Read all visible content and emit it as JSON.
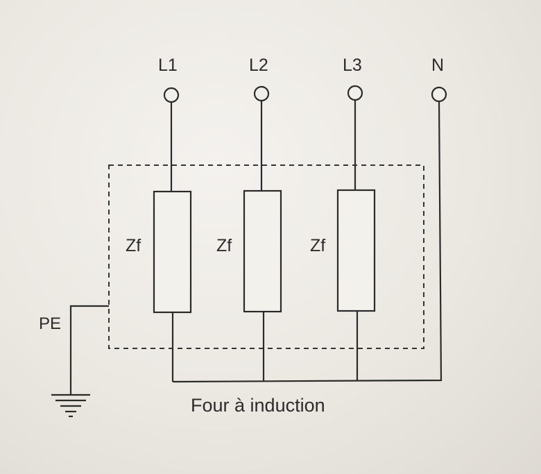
{
  "diagram": {
    "terminals": [
      "L1",
      "L2",
      "L3",
      "N"
    ],
    "impedance_label": "Zf",
    "earth_label": "PE",
    "caption": "Four à induction"
  },
  "colors": {
    "ink": "#2a2a2a",
    "paper": "#ece9e4"
  }
}
